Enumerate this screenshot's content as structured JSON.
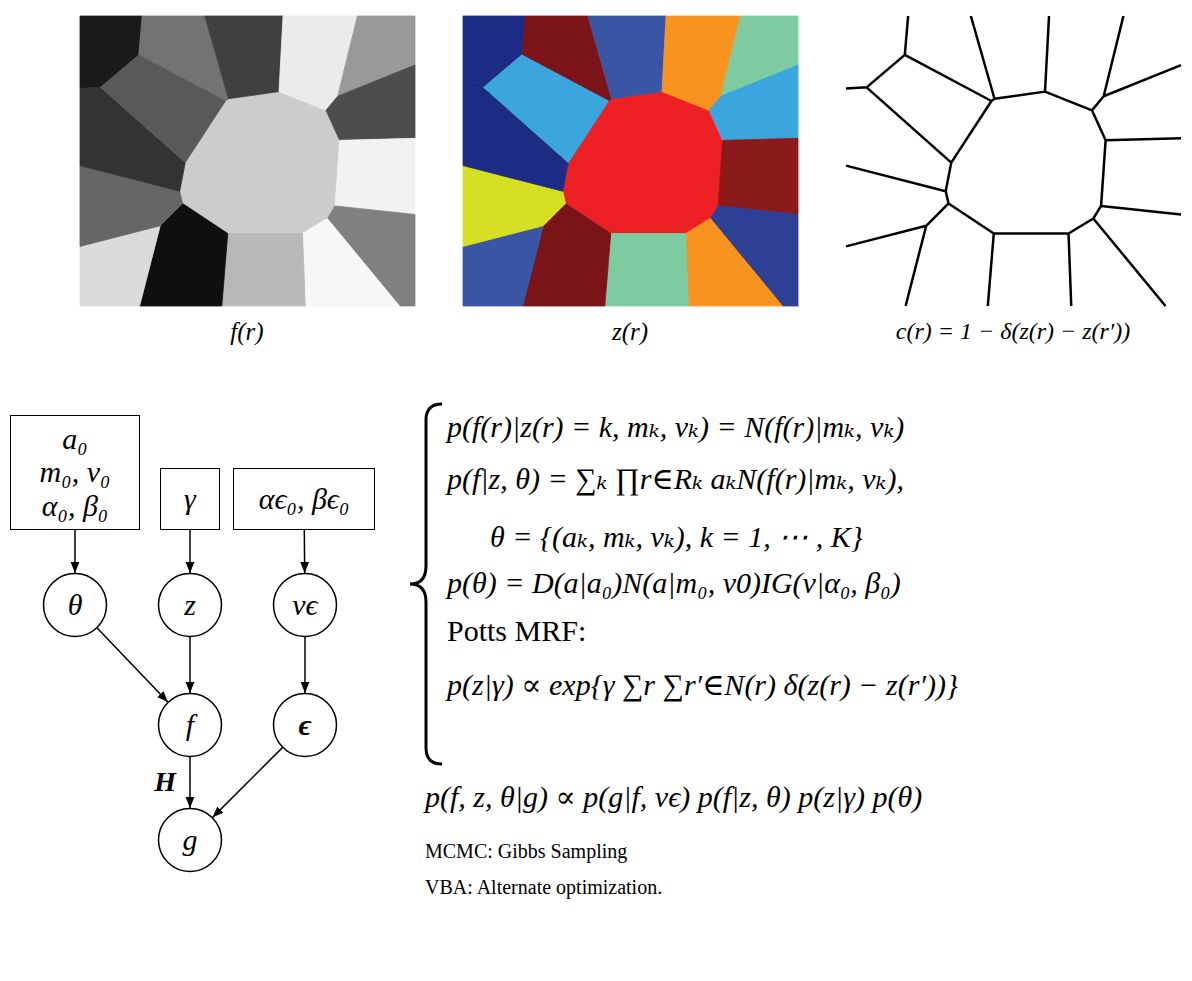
{
  "diagram": {
    "nodes": [
      {
        "text": [
          "a₀",
          "m₀, v₀",
          "α₀, β₀"
        ]
      },
      {
        "text": [
          "γ"
        ]
      },
      {
        "text": [
          "αϵ₀, βϵ₀"
        ]
      },
      {
        "text": [
          "θ"
        ]
      },
      {
        "text": [
          "z"
        ]
      },
      {
        "text": [
          "vϵ"
        ]
      },
      {
        "text": [
          "f"
        ]
      },
      {
        "text": [
          "ϵ"
        ]
      },
      {
        "text": [
          "g"
        ]
      }
    ],
    "edges": [
      {
        "from": 0,
        "to": 3,
        "arrow": "to"
      },
      {
        "from": 1,
        "to": 4,
        "arrow": "to"
      },
      {
        "from": 2,
        "to": 5,
        "arrow": "to"
      },
      {
        "from": 3,
        "to": 6,
        "arrow": "to"
      },
      {
        "from": 4,
        "to": 6,
        "arrow": "to"
      },
      {
        "from": 5,
        "to": 7,
        "arrow": "to"
      },
      {
        "from": 6,
        "to": 8,
        "arrow": "to",
        "label": "H"
      },
      {
        "from": 7,
        "to": 8,
        "arrow": "to"
      }
    ],
    "labels": [
      "f(r)",
      "z(r)",
      "c(r) = 1 − δ(z(r) − z(r′))",
      "p(f(r)|z(r) = k, mₖ, vₖ) = N(f(r)|mₖ, vₖ)",
      "p(f|z, θ) = ∑ₖ ∏r∈Rₖ aₖN(f(r)|mₖ, vₖ),",
      "θ = {(aₖ, mₖ, vₖ), k = 1, ⋯ , K}",
      "p(θ) = D(a|a₀)N(a|m₀, v0)IG(v|α₀, β₀)",
      "Potts MRF:",
      "p(z|γ) ∝ exp{γ ∑r ∑r′∈N(r) δ(z(r) − z(r′))}",
      "p(f, z, θ|g) ∝ p(g|f, vϵ) p(f|z, θ) p(z|γ) p(θ)",
      "MCMC: Gibbs Sampling",
      "VBA: Alternate optimization."
    ]
  }
}
